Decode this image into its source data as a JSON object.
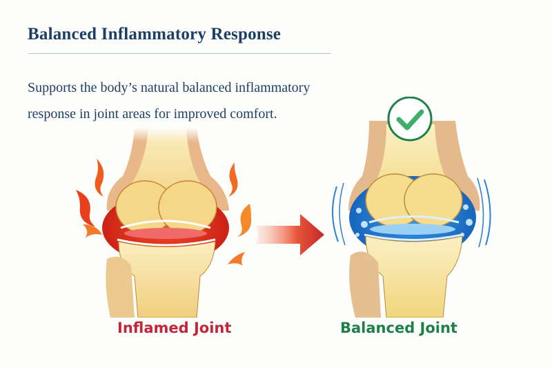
{
  "header": {
    "title": "Balanced Inflammatory Response",
    "subtitle_line1": "Supports the body’s natural balanced inflammatory",
    "subtitle_line2": "response in joint areas for improved comfort."
  },
  "panels": {
    "inflamed": {
      "label": "Inflamed Joint",
      "label_color": "#c0283a",
      "icon": "flame-icon"
    },
    "balanced": {
      "label": "Balanced Joint",
      "label_color": "#1e8048",
      "icon": "checkmark-circle-icon"
    }
  },
  "transition": {
    "icon": "arrow-right-icon"
  },
  "colors": {
    "title": "#1d3f63",
    "inflammation": "#d8321f",
    "fluid": "#2a7fd4",
    "bone": "#f3dc92",
    "check": "#1e8048"
  }
}
